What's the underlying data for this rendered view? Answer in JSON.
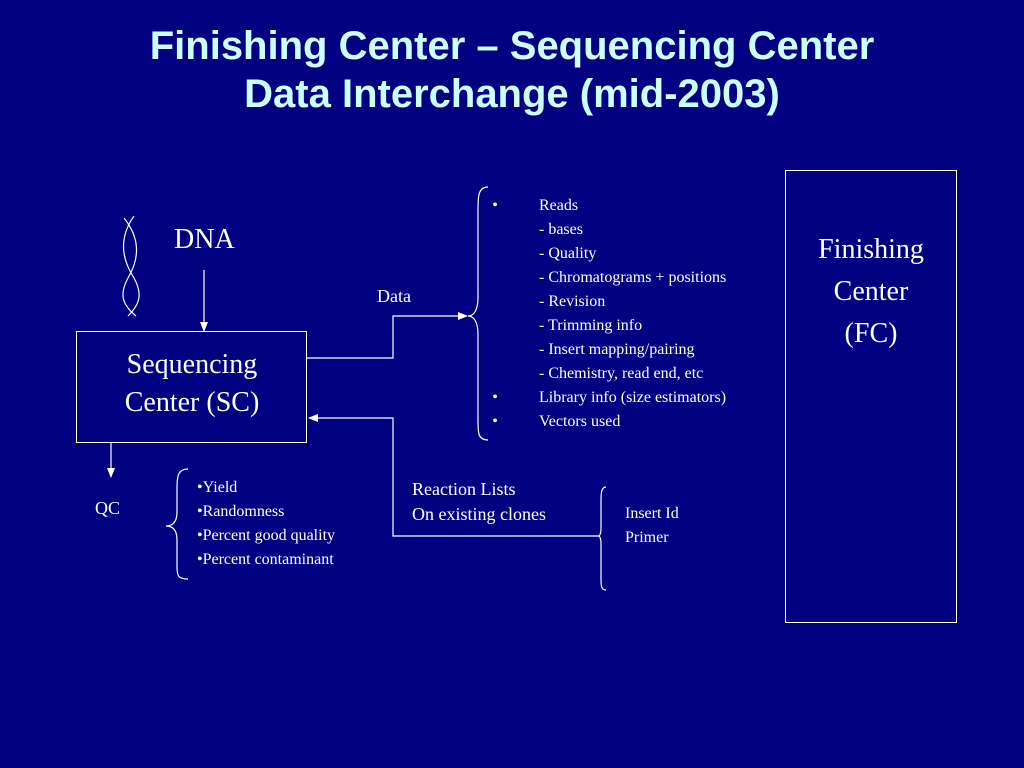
{
  "title": {
    "line1": "Finishing Center – Sequencing Center",
    "line2": "Data Interchange (mid-2003)"
  },
  "dna_label": "DNA",
  "sequencing_center": {
    "line1": "Sequencing",
    "line2": "Center (SC)"
  },
  "finishing_center": {
    "line1": "Finishing",
    "line2": "Center",
    "line3": "(FC)"
  },
  "data_label": "Data",
  "data_items": {
    "bullet": "•",
    "reads": "Reads",
    "reads_sub": [
      "- bases",
      "- Quality",
      "- Chromatograms + positions",
      "- Revision",
      "- Trimming info",
      "- Insert mapping/pairing",
      "- Chemistry, read end, etc"
    ],
    "library_info": "Library info (size estimators)",
    "vectors_used": "Vectors used"
  },
  "qc_label": "QC",
  "qc_items": [
    "•Yield",
    "•Randomness",
    "•Percent good quality",
    "•Percent contaminant"
  ],
  "reaction_lists": {
    "line1": "Reaction Lists",
    "line2": "On existing clones"
  },
  "reaction_items": [
    "Insert Id",
    "Primer"
  ],
  "colors": {
    "background": "#000080",
    "title": "#CCFFFF",
    "text": "#FFFFFF",
    "lines": "#FFFFFF"
  }
}
